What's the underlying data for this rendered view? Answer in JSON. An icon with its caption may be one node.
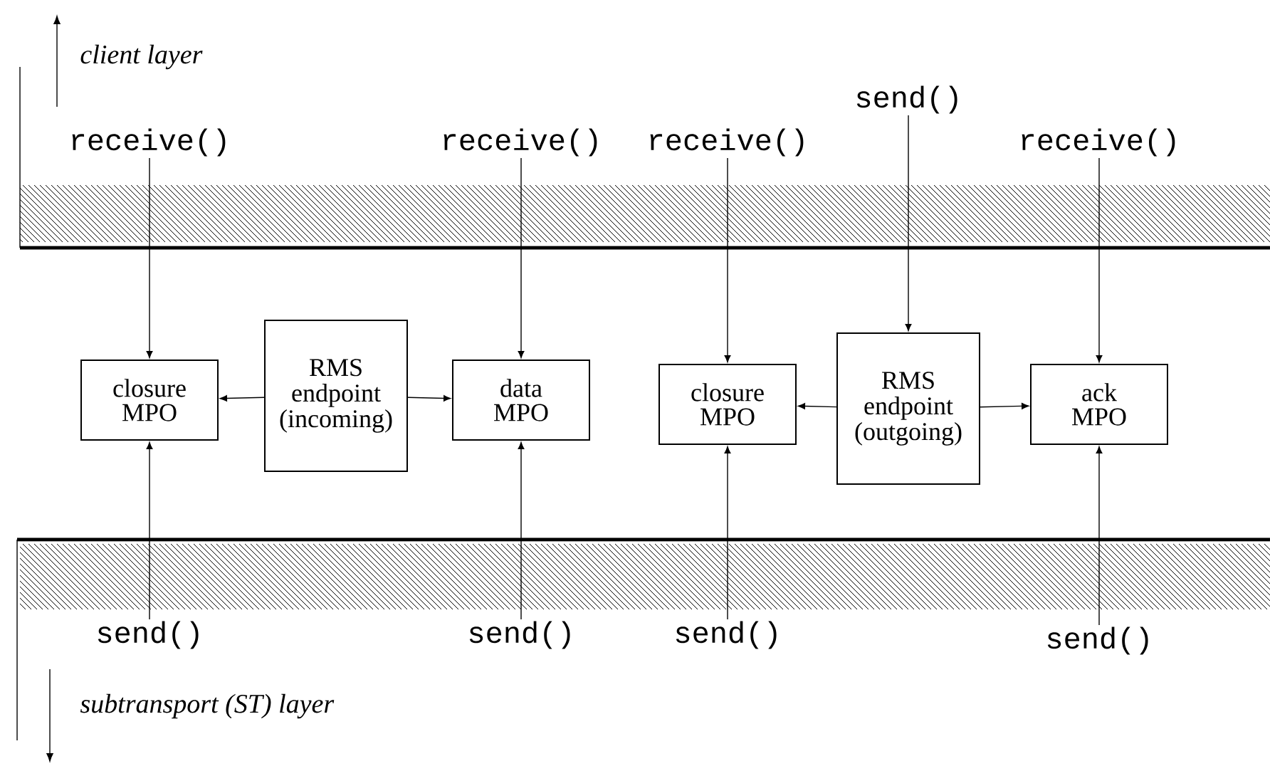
{
  "diagram": {
    "nodes": [
      {
        "text": [
          "receive()"
        ]
      },
      {
        "text": [
          "receive()"
        ]
      },
      {
        "text": [
          "send()"
        ]
      },
      {
        "text": [
          "receive()"
        ]
      },
      {
        "text": [
          "receive()"
        ]
      },
      {
        "text": [
          "closure MPO"
        ]
      },
      {
        "text": [
          "RMS endpoint (incoming)"
        ]
      },
      {
        "text": [
          "data MPO"
        ]
      },
      {
        "text": [
          "closure MPO"
        ]
      },
      {
        "text": [
          "RMS endpoint (outgoing)"
        ]
      },
      {
        "text": [
          "ack MPO"
        ]
      },
      {
        "text": [
          "send()"
        ]
      },
      {
        "text": [
          "send()"
        ]
      },
      {
        "text": [
          "send()"
        ]
      },
      {
        "text": [
          "send()"
        ]
      }
    ],
    "edges": [
      {
        "from": 0,
        "to": 5,
        "arrow": "to"
      },
      {
        "from": 1,
        "to": 7,
        "arrow": "to"
      },
      {
        "from": 3,
        "to": 8,
        "arrow": "to"
      },
      {
        "from": 2,
        "to": 9,
        "arrow": "to"
      },
      {
        "from": 4,
        "to": 10,
        "arrow": "to"
      },
      {
        "from": 6,
        "to": 5,
        "arrow": "to"
      },
      {
        "from": 6,
        "to": 7,
        "arrow": "to"
      },
      {
        "from": 9,
        "to": 8,
        "arrow": "to"
      },
      {
        "from": 9,
        "to": 10,
        "arrow": "to"
      },
      {
        "from": 11,
        "to": 5,
        "arrow": "to"
      },
      {
        "from": 12,
        "to": 7,
        "arrow": "to"
      },
      {
        "from": 13,
        "to": 8,
        "arrow": "to"
      },
      {
        "from": 14,
        "to": 10,
        "arrow": "to"
      }
    ],
    "labels": [
      "client layer",
      "subtransport (ST) layer"
    ]
  }
}
